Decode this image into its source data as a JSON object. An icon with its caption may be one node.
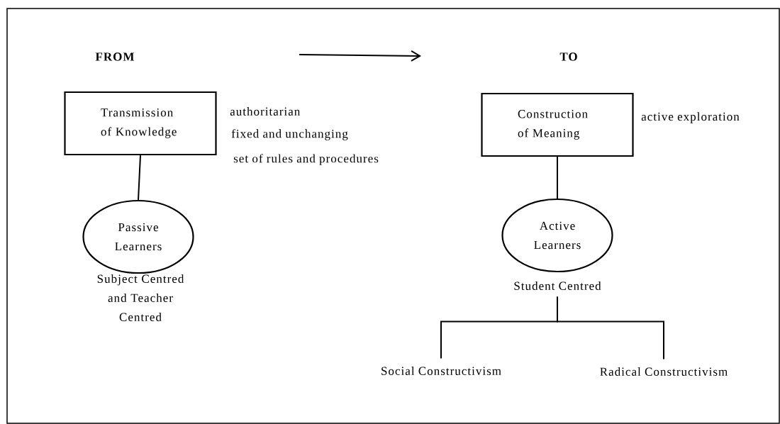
{
  "diagram": {
    "nodes": [
      {
        "text": [
          "Transmission of Knowledge"
        ],
        "beside": [
          "authoritarian",
          "fixed and unchanging",
          "set of rules and procedures"
        ]
      },
      {
        "text": [
          "Construction of Meaning"
        ],
        "beside": [
          "active exploration"
        ]
      },
      {
        "text": [
          "Passive Learners"
        ],
        "beside": [
          "Subject Centred and Teacher Centred"
        ]
      },
      {
        "text": [
          "Active Learners"
        ]
      },
      {
        "text": [
          "Student Centred"
        ]
      },
      {
        "text": [
          "Social Constructivism"
        ]
      },
      {
        "text": [
          "Radical Constructivism"
        ]
      }
    ],
    "edges": [
      {
        "from": 0,
        "to": 2,
        "arrow": "none"
      },
      {
        "from": 1,
        "to": 3,
        "arrow": "none"
      },
      {
        "from": 4,
        "to": 5,
        "arrow": "none"
      },
      {
        "from": 4,
        "to": 6,
        "arrow": "none"
      }
    ],
    "labels": [
      "FROM",
      "TO"
    ]
  }
}
